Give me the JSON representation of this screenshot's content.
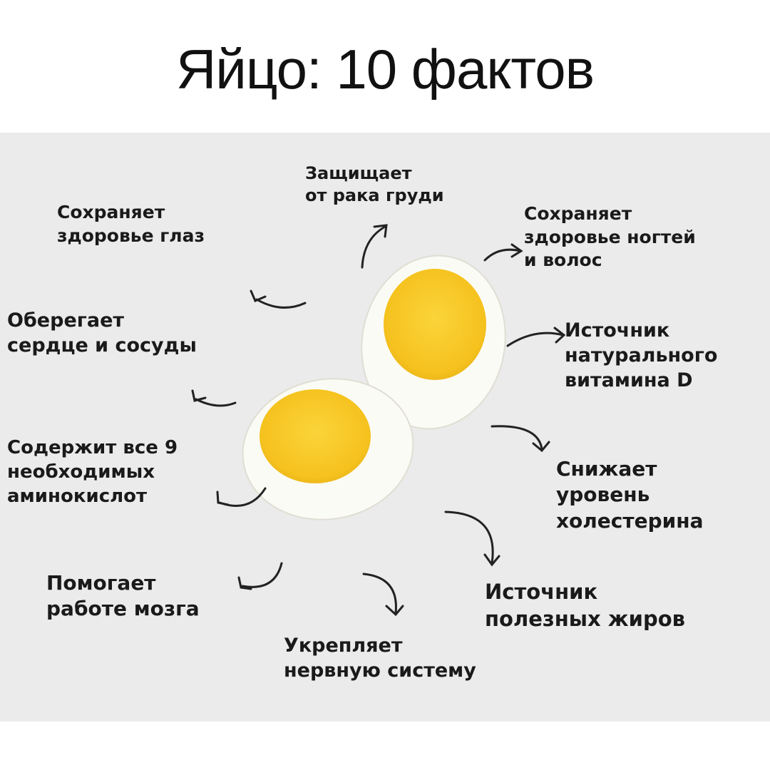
{
  "title": "Яйцо: 10 фактов",
  "facts": [
    {
      "text": "Защищает\nот рака груди"
    },
    {
      "text": "Сохраняет\nздоровье глаз"
    },
    {
      "text": "Сохраняет\nздоровье ногтей\nи волос"
    },
    {
      "text": "Оберегает\nсердце и сосуды"
    },
    {
      "text": "Источник\nнатурального\nвитамина D"
    },
    {
      "text": "Содержит все 9\nнеобходимых\nаминокислот"
    },
    {
      "text": "Снижает\nуровень\nхолестерина"
    },
    {
      "text": "Помогает\nработе мозга"
    },
    {
      "text": "Источник\nполезных жиров"
    },
    {
      "text": "Укрепляет\nнервную систему"
    }
  ],
  "colors": {
    "panel": "#ebebeb",
    "yolk": "#f7c928",
    "white": "#fbfbf6"
  }
}
